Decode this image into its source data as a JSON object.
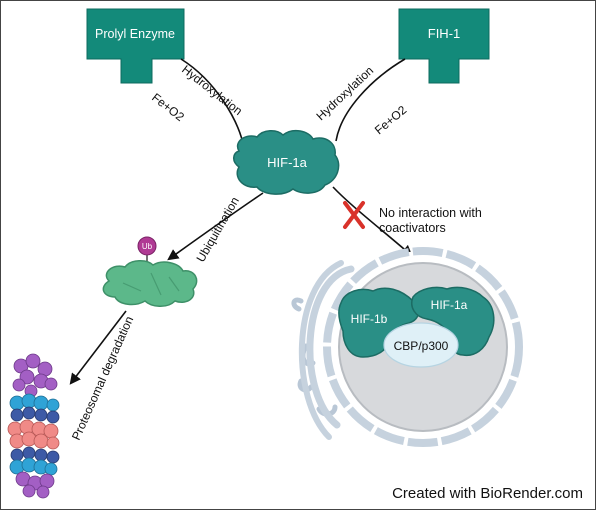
{
  "enzymes": {
    "left": {
      "label": "Prolyl Enzyme",
      "color": "#138a7a"
    },
    "right": {
      "label": "FIH-1",
      "color": "#138a7a"
    }
  },
  "center_protein": {
    "label": "HIF-1a",
    "color": "#2a8f86"
  },
  "left_pathway": {
    "hydroxylation": "Hydroxylation",
    "cofactor": "Fe+O2",
    "ubiquitination": "Ubiquitination",
    "ub_tag": "Ub",
    "degradation": "Proteosomal degradation"
  },
  "right_pathway": {
    "hydroxylation": "Hydroxylation",
    "cofactor": "Fe+O2",
    "no_interaction_line1": "No interaction with",
    "no_interaction_line2": "coactivators"
  },
  "nucleus_complex": {
    "subunit_b": "HIF-1b",
    "subunit_a": "HIF-1a",
    "coactivator": "CBP/p300"
  },
  "colors": {
    "teal": "#2a8f86",
    "green_protein": "#5cb88a",
    "ub_magenta": "#b03a94",
    "cross_red": "#d9322a",
    "proteasome_purple": "#a35fc4",
    "proteasome_blue": "#2fa3d6",
    "proteasome_navy": "#3d5aa6",
    "proteasome_pink": "#f08a87"
  },
  "footer": "Created with BioRender.com"
}
